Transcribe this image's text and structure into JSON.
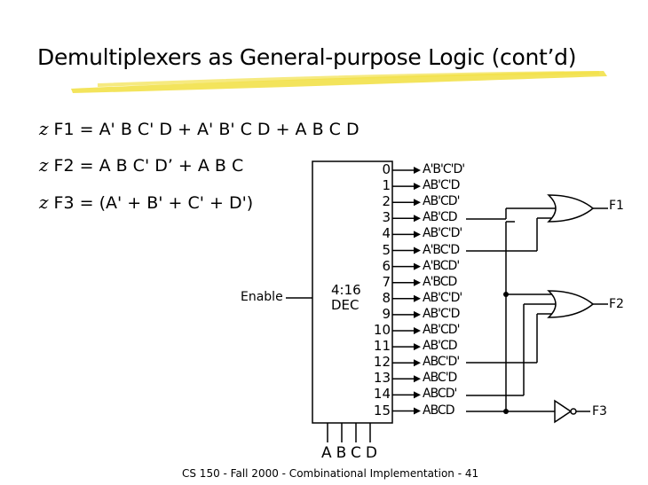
{
  "slide": {
    "title": "Demultiplexers as General-purpose Logic (cont’d)",
    "bullet_mark": "z",
    "bullets": [
      "F1 = A' B C' D + A' B' C D + A B C D",
      "F2 = A B C' D’ + A B C",
      "F3 = (A' + B' + C' + D')"
    ],
    "footer": "CS 150 - Fall 2000 - Combinational Implementation - 41"
  },
  "decoder": {
    "enable_label": "Enable",
    "label_line1": "4:16",
    "label_line2": "DEC",
    "select_inputs": "ABCD",
    "outputs": [
      "0",
      "1",
      "2",
      "3",
      "4",
      "5",
      "6",
      "7",
      "8",
      "9",
      "10",
      "11",
      "12",
      "13",
      "14",
      "15"
    ],
    "minterms": [
      "A'B'C'D'",
      "AB'C'D",
      "AB'CD'",
      "AB'CD",
      "AB'C'D'",
      "A'BC'D",
      "A'BCD'",
      "A'BCD",
      "AB'C'D'",
      "AB'C'D",
      "AB'CD'",
      "AB'CD",
      "ABC'D'",
      "ABC'D",
      "ABCD'",
      "ABCD"
    ]
  },
  "gates": {
    "f1_label": "F1",
    "f2_label": "F2",
    "f3_label": "F3"
  },
  "colors": {
    "title_underline": "#f2e14a",
    "ink": "#000000"
  }
}
